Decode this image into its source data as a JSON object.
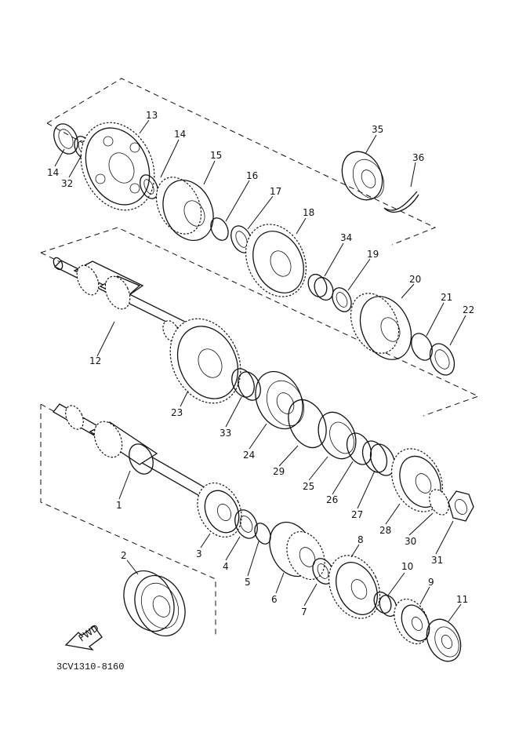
{
  "part_code": "3CV1310-8160",
  "fwd_label": "FWD",
  "callouts": [
    "14",
    "32",
    "13",
    "14",
    "15",
    "16",
    "17",
    "18",
    "35",
    "36",
    "34",
    "19",
    "20",
    "21",
    "22",
    "12",
    "23",
    "33",
    "24",
    "29",
    "25",
    "26",
    "27",
    "28",
    "30",
    "31",
    "1",
    "3",
    "4",
    "5",
    "6",
    "7",
    "8",
    "10",
    "9",
    "11",
    "2"
  ]
}
